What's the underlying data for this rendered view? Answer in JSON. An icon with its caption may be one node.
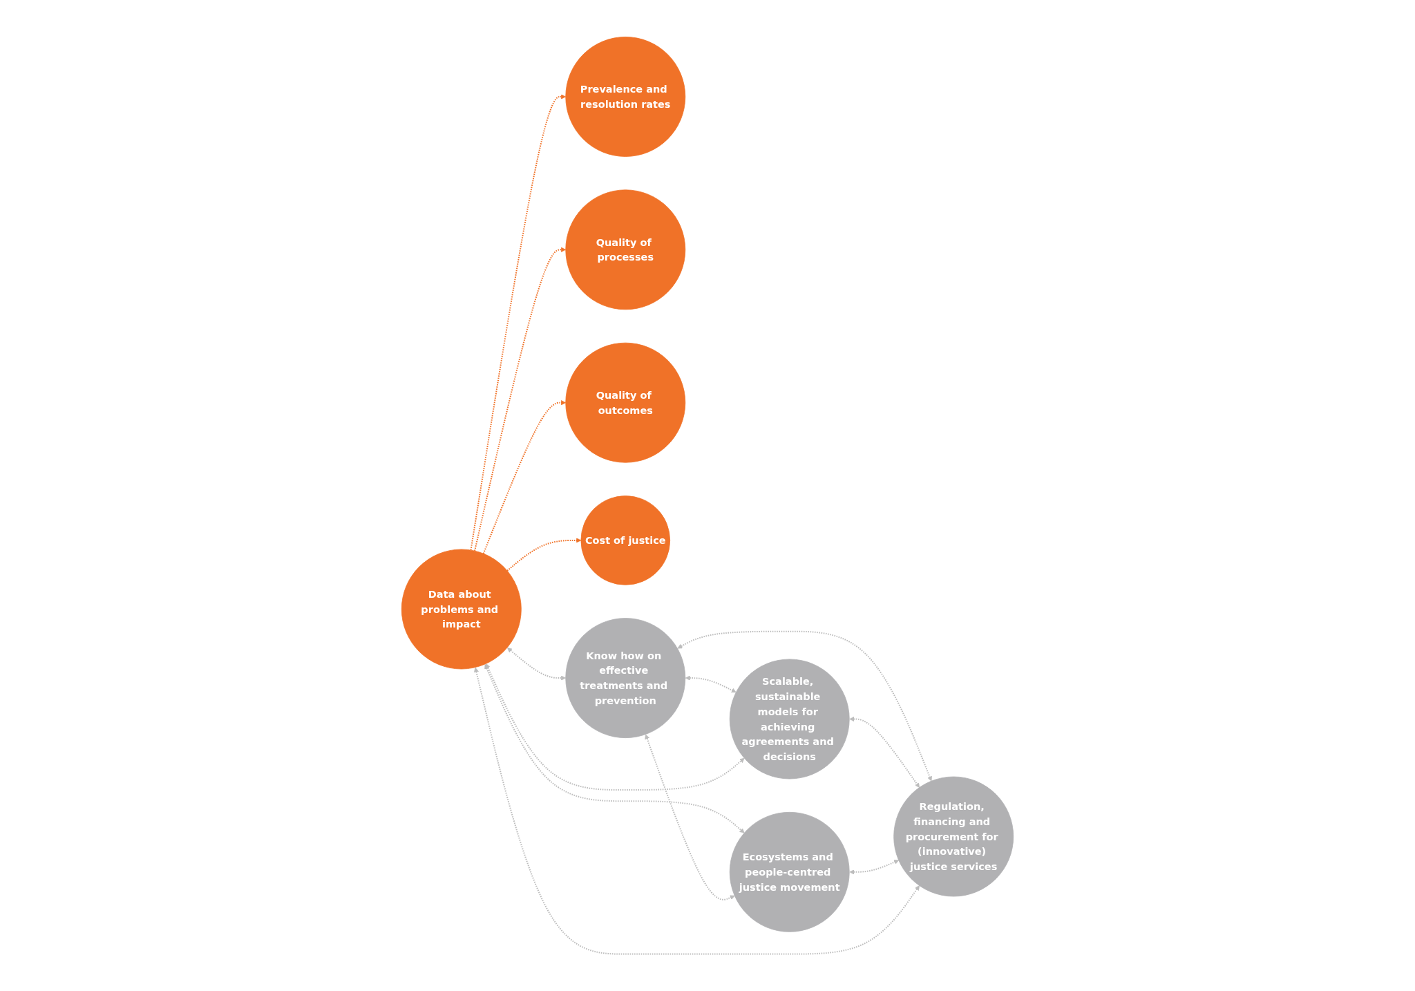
{
  "diagram": {
    "nodes": [
      {
        "text": [
          "Quality of processes"
        ]
      },
      {
        "text": [
          "Quality of outcomes"
        ]
      },
      {
        "text": [
          "Cost of justice"
        ]
      },
      {
        "text": [
          "Data about problems and impact"
        ]
      },
      {
        "text": [
          "Know how on effective treatments and prevention"
        ]
      },
      {
        "text": [
          "Scalable, sustainable models for achieving agreements and decisions"
        ]
      },
      {
        "text": [
          "Prevalence and resolution rates"
        ]
      },
      {
        "text": [
          "Ecosystems and people-centred justice movement"
        ]
      },
      {
        "text": [
          "Regulation, financing and procurement for (innovative) justice services"
        ]
      }
    ],
    "edges": [
      {
        "from": 3,
        "to": 0,
        "arrow": "to",
        "style": "dashed",
        "color": "#f07228"
      },
      {
        "from": 3,
        "to": 1,
        "arrow": "to",
        "style": "dashed",
        "color": "#f07228"
      },
      {
        "from": 3,
        "to": 2,
        "arrow": "to",
        "style": "dashed",
        "color": "#f07228"
      },
      {
        "from": 3,
        "to": 6,
        "arrow": "to",
        "style": "dashed",
        "color": "#f07228"
      },
      {
        "from": 3,
        "to": 4,
        "arrow": "both",
        "style": "dashed"
      },
      {
        "from": 4,
        "to": 5,
        "arrow": "both",
        "style": "dashed"
      },
      {
        "from": 3,
        "to": 7,
        "arrow": "both",
        "style": "dashed"
      },
      {
        "from": 4,
        "to": 7,
        "arrow": "both",
        "style": "dashed"
      },
      {
        "from": 4,
        "to": 8,
        "arrow": "both",
        "style": "dashed"
      },
      {
        "from": 5,
        "to": 8,
        "arrow": "both",
        "style": "dashed"
      },
      {
        "from": 7,
        "to": 8,
        "arrow": "both",
        "style": "dashed"
      },
      {
        "from": 3,
        "to": 5,
        "arrow": "both",
        "style": "dashed"
      },
      {
        "from": 3,
        "to": 8,
        "arrow": "both",
        "style": "dashed"
      }
    ]
  }
}
